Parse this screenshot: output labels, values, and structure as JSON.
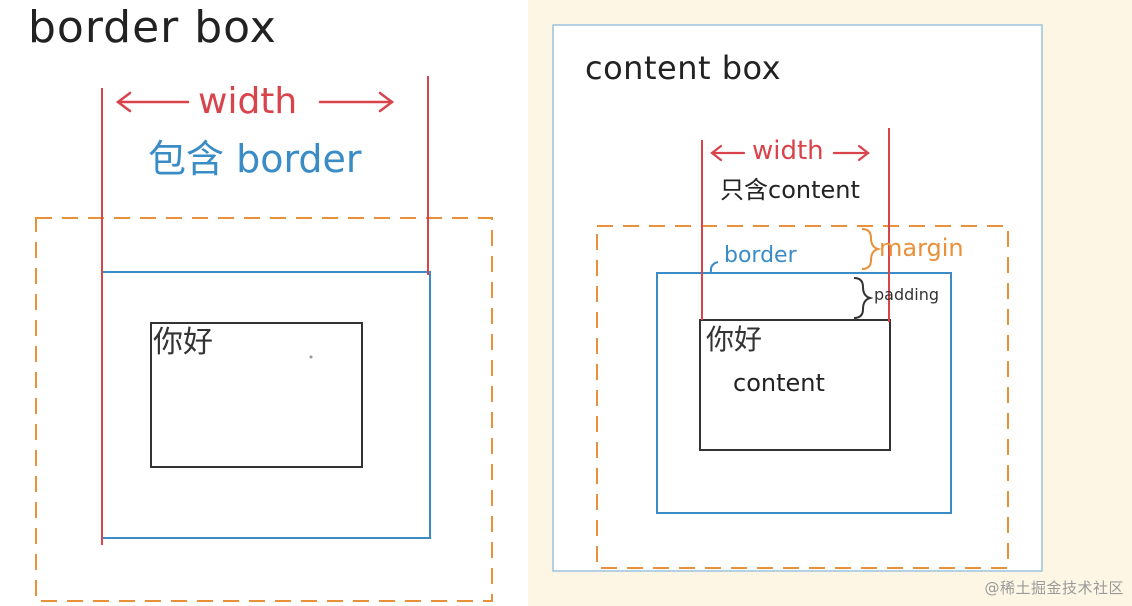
{
  "left_diagram": {
    "title": "border box",
    "width_label": "width",
    "width_note": "包含 border",
    "content_text": "你好"
  },
  "right_diagram": {
    "title": "content box",
    "width_label": "width",
    "width_note": "只含content",
    "margin_label": "margin",
    "border_label": "border",
    "padding_label": "padding",
    "content_text": "你好",
    "content_label": "content"
  },
  "watermark": "@稀土掘金技术社区",
  "colors": {
    "width": "#d9434b",
    "border": "#3a8cc6",
    "margin": "#e8913a",
    "content": "#333333",
    "ink": "#222222"
  }
}
